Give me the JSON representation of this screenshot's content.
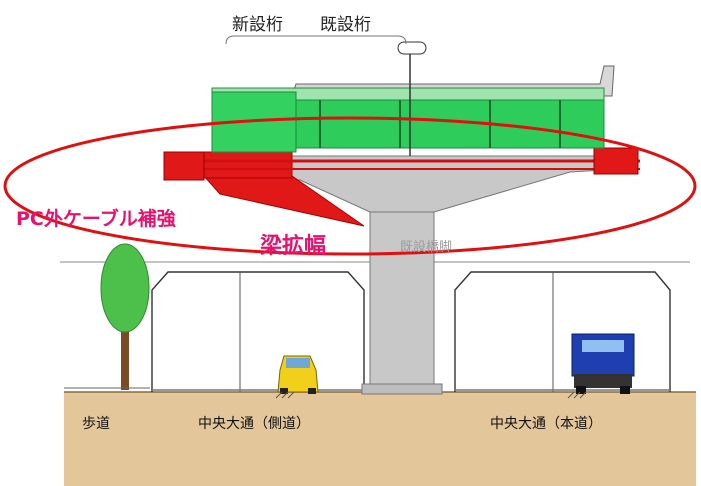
{
  "labels": {
    "new_girder": "新設桁",
    "existing_girder": "既設桁",
    "pc_cable": "PC外ケーブル補強",
    "beam_widening": "梁拡幅",
    "existing_pier": "既設橋脚",
    "sidewalk": "歩道",
    "side_road": "中央大通（側道）",
    "main_road": "中央大通（本道）"
  },
  "colors": {
    "new_girder": "#2ecc5a",
    "existing_girder": "#d8d8d8",
    "pier": "#c8c8c8",
    "reinforcement": "#e01818",
    "callout": "#e8126e",
    "ground": "#e3c79a"
  }
}
